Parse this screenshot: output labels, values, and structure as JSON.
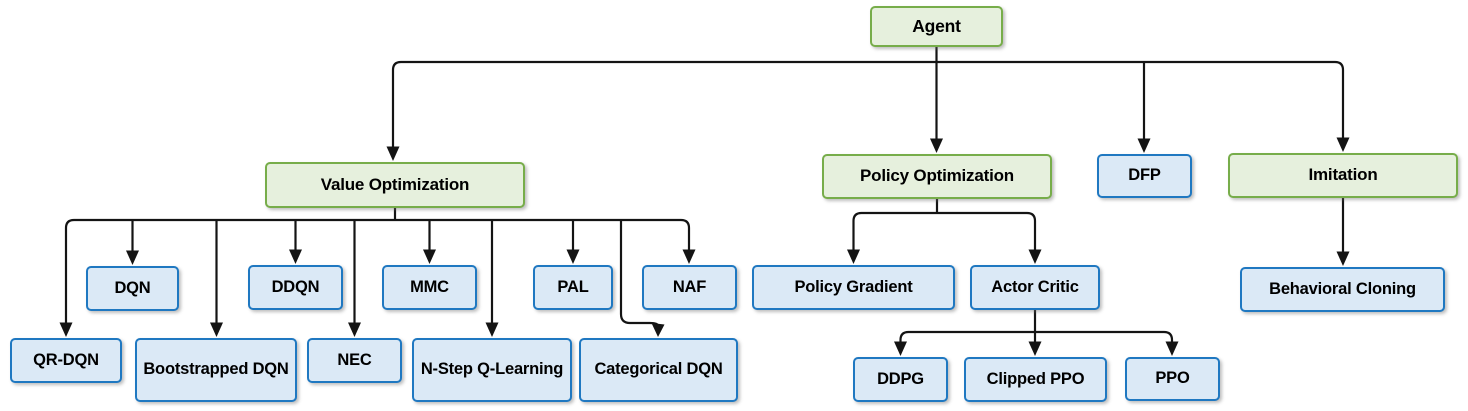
{
  "colors": {
    "background": "#ffffff",
    "text": "#000000",
    "line": "#141414",
    "green_fill": "#e6f0dd",
    "green_border": "#77ad4a",
    "blue_fill": "#dbe9f6",
    "blue_border": "#1f78c1"
  },
  "nodes": {
    "agent": {
      "label": "Agent",
      "type": "green"
    },
    "value_optimization": {
      "label": "Value Optimization",
      "type": "green"
    },
    "policy_optimization": {
      "label": "Policy Optimization",
      "type": "green"
    },
    "dfp": {
      "label": "DFP",
      "type": "blue"
    },
    "imitation": {
      "label": "Imitation",
      "type": "green"
    },
    "dqn": {
      "label": "DQN",
      "type": "blue"
    },
    "ddqn": {
      "label": "DDQN",
      "type": "blue"
    },
    "mmc": {
      "label": "MMC",
      "type": "blue"
    },
    "pal": {
      "label": "PAL",
      "type": "blue"
    },
    "naf": {
      "label": "NAF",
      "type": "blue"
    },
    "qr_dqn": {
      "label": "QR-DQN",
      "type": "blue"
    },
    "bootstrapped_dqn": {
      "label": "Bootstrapped DQN",
      "type": "blue"
    },
    "nec": {
      "label": "NEC",
      "type": "blue"
    },
    "n_step_q_learning": {
      "label": "N-Step Q-Learning",
      "type": "blue"
    },
    "categorical_dqn": {
      "label": "Categorical DQN",
      "type": "blue"
    },
    "policy_gradient": {
      "label": "Policy Gradient",
      "type": "blue"
    },
    "actor_critic": {
      "label": "Actor Critic",
      "type": "blue"
    },
    "ddpg": {
      "label": "DDPG",
      "type": "blue"
    },
    "clipped_ppo": {
      "label": "Clipped PPO",
      "type": "blue"
    },
    "ppo": {
      "label": "PPO",
      "type": "blue"
    },
    "behavioral_cloning": {
      "label": "Behavioral Cloning",
      "type": "blue"
    }
  },
  "hierarchy": {
    "agent": [
      "value_optimization",
      "policy_optimization",
      "dfp",
      "imitation"
    ],
    "value_optimization": [
      "qr_dqn",
      "dqn",
      "bootstrapped_dqn",
      "ddqn",
      "nec",
      "mmc",
      "n_step_q_learning",
      "pal",
      "categorical_dqn",
      "naf"
    ],
    "policy_optimization": [
      "policy_gradient",
      "actor_critic"
    ],
    "actor_critic": [
      "ddpg",
      "clipped_ppo",
      "ppo"
    ],
    "imitation": [
      "behavioral_cloning"
    ]
  }
}
